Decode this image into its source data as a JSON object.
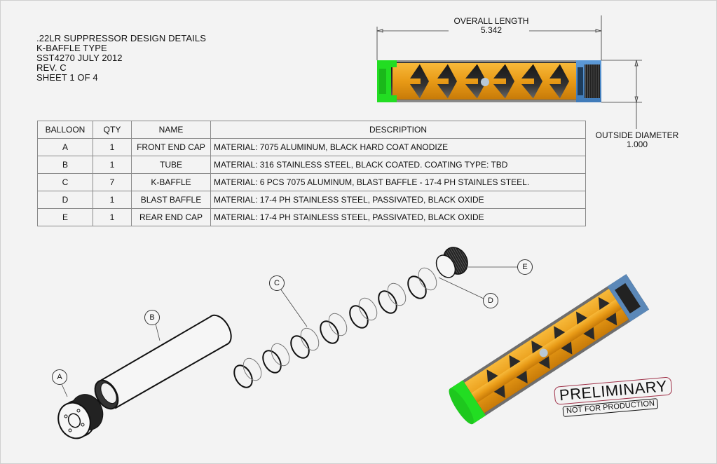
{
  "title_block": {
    "line1": ".22LR SUPPRESSOR DESIGN DETAILS",
    "line2": "K-BAFFLE TYPE",
    "line3": "SST4270 JULY 2012",
    "line4": "REV. C",
    "line5": "SHEET 1 OF 4"
  },
  "dimensions": {
    "overall_length_label": "OVERALL LENGTH",
    "overall_length_value": "5.342",
    "outside_diameter_label": "OUTSIDE DIAMETER",
    "outside_diameter_value": "1.000"
  },
  "bom": {
    "headers": {
      "balloon": "BALLOON",
      "qty": "QTY",
      "name": "NAME",
      "description": "DESCRIPTION"
    },
    "rows": [
      {
        "balloon": "A",
        "qty": "1",
        "name": "FRONT END CAP",
        "description": "MATERIAL: 7075 ALUMINUM, BLACK HARD COAT ANODIZE"
      },
      {
        "balloon": "B",
        "qty": "1",
        "name": "TUBE",
        "description": "MATERIAL: 316 STAINLESS STEEL, BLACK COATED. COATING TYPE: TBD"
      },
      {
        "balloon": "C",
        "qty": "7",
        "name": "K-BAFFLE",
        "description": "MATERIAL: 6 PCS 7075 ALUMINUM, BLAST BAFFLE - 17-4 PH STAINLES STEEL."
      },
      {
        "balloon": "D",
        "qty": "1",
        "name": "BLAST BAFFLE",
        "description": "MATERIAL: 17-4 PH STAINLESS STEEL, PASSIVATED, BLACK OXIDE"
      },
      {
        "balloon": "E",
        "qty": "1",
        "name": "REAR END CAP",
        "description": "MATERIAL: 17-4 PH STAINLESS STEEL, PASSIVATED, BLACK OXIDE"
      }
    ]
  },
  "balloons": {
    "a": "A",
    "b": "B",
    "c": "C",
    "d": "D",
    "e": "E"
  },
  "stamp": {
    "main": "PRELIMINARY",
    "sub": "NOT FOR PRODUCTION"
  },
  "colors": {
    "front_cap": "#22dd22",
    "baffle": "#f0a020",
    "rear_cap": "#4d8fd0",
    "tube": "#7a7a7a",
    "stamp_border": "#a0334a"
  }
}
